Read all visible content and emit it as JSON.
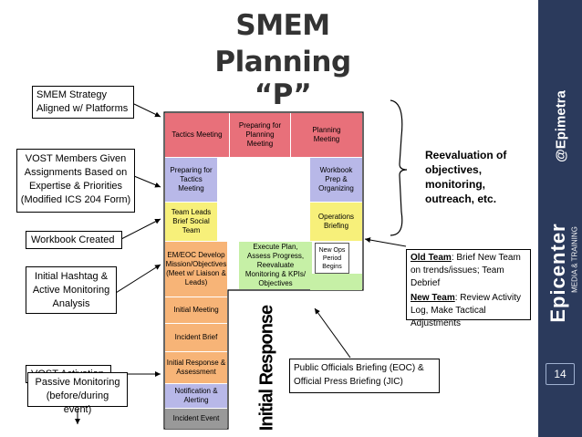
{
  "title": {
    "line1": "SMEM",
    "line2": "Planning “P”"
  },
  "left_boxes": {
    "strategy": "SMEM Strategy Aligned w/ Platforms",
    "vost_members": "VOST Members Given Assignments Based on Expertise & Priorities (Modified ICS 204 Form)",
    "workbook_created": "Workbook Created",
    "hashtag": "Initial Hashtag & Active Monitoring Analysis",
    "vost_activation": "VOST Activation",
    "passive": "Passive Monitoring (before/during event)"
  },
  "right_boxes": {
    "reevaluation": "Reevaluation of objectives, monitoring, outreach, etc.",
    "old_team_label": "Old Team",
    "old_team_text": ": Brief New Team on trends/issues; Team Debrief",
    "new_team_label": "New Team",
    "new_team_text": ": Review Activity Log, Make Tactical Adjustments",
    "public_officials": "Public Officials Briefing (EOC) & Official Press Briefing (JIC)"
  },
  "p_cells": {
    "tactics": "Tactics Meeting",
    "preparing_plan": "Preparing for Planning Meeting",
    "planning": "Planning Meeting",
    "prep_tactics": "Preparing for Tactics Meeting",
    "workbook": "Workbook Prep & Organizing",
    "team_leads": "Team Leads Brief Social Team",
    "operations": "Operations Briefing",
    "em_eoc": "EM/EOC Develop Mission/Objectives (Meet w/ Liaison & Leads)",
    "execute": "Execute Plan, Assess Progress, Reevaluate Monitoring & KPIs/ Objectives",
    "new_ops": "New Ops Period Begins",
    "initial_meeting": "Initial Meeting",
    "incident_brief": "Incident Brief",
    "initial_response_assessment": "Initial Response & Assessment",
    "notification": "Notification & Alerting",
    "incident_event": "Incident Event",
    "initial_response_vertical": "Initial Response"
  },
  "sidebar": {
    "handle": "@Epimetra",
    "brand": "Epicenter",
    "brand_sub": "MEDIA & TRAINING",
    "page": "14"
  },
  "colors": {
    "red": "#e8707a",
    "lavender": "#b8b8e8",
    "yellow": "#f7f07a",
    "green": "#c6f0a6",
    "orange": "#f7b477",
    "gray": "#999999",
    "sidebar": "#2b3a5c"
  }
}
